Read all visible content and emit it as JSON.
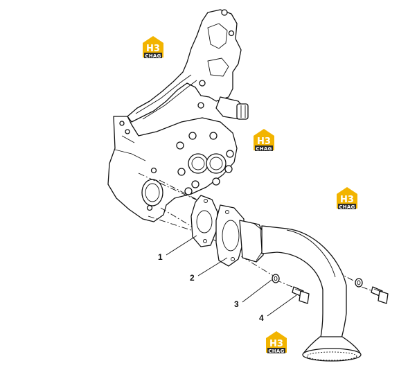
{
  "callouts": [
    {
      "id": "1",
      "label": "1"
    },
    {
      "id": "2",
      "label": "2"
    },
    {
      "id": "3",
      "label": "3"
    },
    {
      "id": "4",
      "label": "4"
    }
  ],
  "watermark": {
    "top": "H3",
    "bottom": "CHAG",
    "colors": {
      "gold": "#f2b400",
      "dark": "#2b2b2b",
      "text": "#ffffff"
    }
  },
  "line_color": "#111111"
}
